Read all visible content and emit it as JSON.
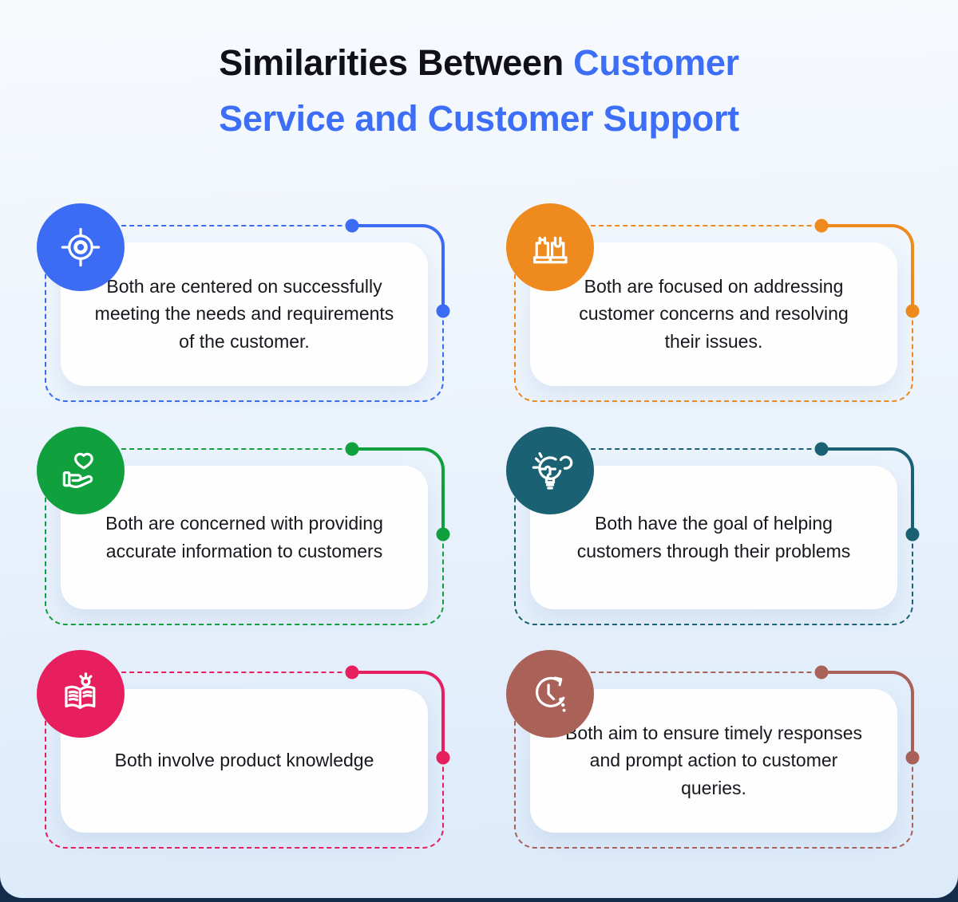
{
  "title": {
    "line1_black": "Similarities Between ",
    "line1_blue": "Customer",
    "line2_blue": "Service and Customer Support"
  },
  "colors": {
    "title_accent": "#3d6ef7",
    "title_text": "#101016",
    "background_top": "#f7fafd",
    "background_bottom": "#dceafa",
    "footer_bar": "#122c4a",
    "card_background": "#fefefe"
  },
  "cards": [
    {
      "icon": "target-icon",
      "color": "#3b6cf3",
      "text": "Both are centered on successfully meeting the needs and requirements of the customer."
    },
    {
      "icon": "hands-puzzle-icon",
      "color": "#ee8a1e",
      "text": "Both are focused on addressing customer concerns and resolving their issues."
    },
    {
      "icon": "hand-heart-icon",
      "color": "#10a13e",
      "text": "Both are concerned with providing accurate information to customers"
    },
    {
      "icon": "bulb-puzzle-icon",
      "color": "#1a6173",
      "text": "Both have the goal of helping customers through their problems"
    },
    {
      "icon": "book-idea-icon",
      "color": "#e81f5e",
      "text": "Both involve product knowledge"
    },
    {
      "icon": "clock-arrow-icon",
      "color": "#a96158",
      "text": "Both aim to ensure timely responses and prompt action to customer queries."
    }
  ]
}
